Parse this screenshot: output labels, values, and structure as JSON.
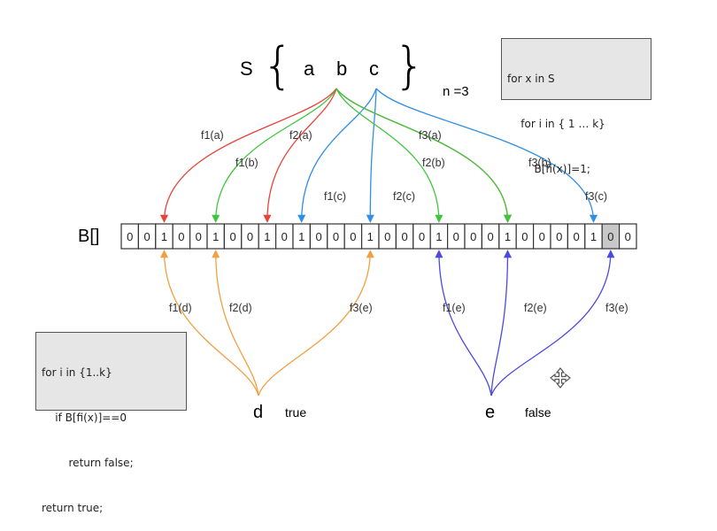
{
  "set": {
    "label": "S",
    "open_brace": "{",
    "close_brace": "}",
    "elements": [
      "a",
      "b",
      "c"
    ],
    "n_text": "n =3"
  },
  "insert_code": [
    "for x in S",
    "    for i in { 1 … k}",
    "        B[fi(x)]=1;"
  ],
  "query_code": [
    "for i in {1..k}",
    "    if B[fi(x)]==0",
    "        return false;",
    "return true;"
  ],
  "bitarray": {
    "label": "B[]",
    "bits": [
      0,
      0,
      1,
      0,
      0,
      1,
      0,
      0,
      1,
      0,
      1,
      0,
      0,
      0,
      1,
      0,
      0,
      0,
      1,
      0,
      0,
      0,
      1,
      0,
      0,
      0,
      0,
      1,
      0,
      0
    ],
    "highlight_index": 28,
    "highlight_color": "#c8c8c8"
  },
  "insert_arrows": [
    {
      "label": "f1(a)",
      "source": "a",
      "target": 2,
      "color": "#e8433a"
    },
    {
      "label": "f1(b)",
      "source": "b",
      "target": 5,
      "color": "#3ec53e"
    },
    {
      "label": "f2(a)",
      "source": "a",
      "target": 8,
      "color": "#e8433a"
    },
    {
      "label": "f1(c)",
      "source": "c",
      "target": 10,
      "color": "#2f8fe6"
    },
    {
      "label": "f2(c)",
      "source": "c",
      "target": 14,
      "color": "#2f8fe6"
    },
    {
      "label": "f2(b)",
      "source": "b",
      "target": 18,
      "color": "#3ec53e"
    },
    {
      "label": "f3(a)",
      "source": "a",
      "target": 22,
      "color": "#e8433a"
    },
    {
      "label": "f3(b)",
      "source": "b",
      "target": 22,
      "color": "#3ec53e"
    },
    {
      "label": "f3(c)",
      "source": "c",
      "target": 27,
      "color": "#2f8fe6"
    }
  ],
  "query_arrows": [
    {
      "label": "f1(d)",
      "source": "d",
      "target": 2,
      "color": "#f0a040"
    },
    {
      "label": "f2(d)",
      "source": "d",
      "target": 5,
      "color": "#f0a040"
    },
    {
      "label": "f3(e)",
      "source": "d",
      "target": 14,
      "color": "#f0a040"
    },
    {
      "label": "f1(e)",
      "source": "e",
      "target": 18,
      "color": "#4a4ae0"
    },
    {
      "label": "f2(e)",
      "source": "e",
      "target": 22,
      "color": "#4a4ae0"
    },
    {
      "label": "f3(e)",
      "source": "e",
      "target": 28,
      "color": "#4a4ae0"
    }
  ],
  "queries": [
    {
      "name": "d",
      "result": "true"
    },
    {
      "name": "e",
      "result": "false"
    }
  ],
  "colors": {
    "insert_a": "#e8433a",
    "insert_b": "#3ec53e",
    "insert_c": "#2f8fe6",
    "query_d": "#f0a040",
    "query_e": "#4a4ae0"
  },
  "icons": [
    "move-cursor-icon"
  ]
}
